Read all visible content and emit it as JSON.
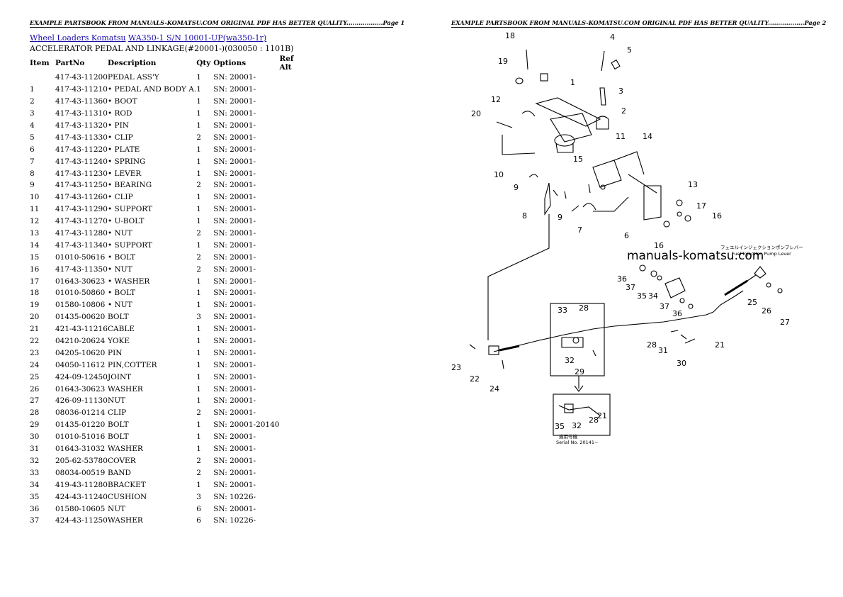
{
  "header": {
    "left_text": "EXAMPLE PARTSBOOK FROM MANUALS-KOMATSU.COM ORIGINAL PDF HAS BETTER QUALITY..................Page 1",
    "right_text": "EXAMPLE PARTSBOOK FROM MANUALS-KOMATSU.COM ORIGINAL PDF HAS BETTER QUALITY..................Page 2"
  },
  "breadcrumb": {
    "link1": "Wheel Loaders Komatsu",
    "link2": "WA350-1 S/N 10001-UP(wa350-1r)"
  },
  "section_title": "ACCELERATOR PEDAL AND LINKAGE(#20001-)(030050 : 1101B)",
  "table": {
    "headers": [
      "Item",
      "PartNo",
      "Description",
      "Qty",
      "Options",
      "Ref Alt"
    ],
    "rows": [
      [
        "",
        "417-43-11200",
        "PEDAL ASS'Y",
        "1",
        "SN: 20001-",
        ""
      ],
      [
        "1",
        "417-43-11210",
        "• PEDAL AND BODY A.",
        "1",
        "SN: 20001-",
        ""
      ],
      [
        "2",
        "417-43-11360",
        "• BOOT",
        "1",
        "SN: 20001-",
        ""
      ],
      [
        "3",
        "417-43-11310",
        "• ROD",
        "1",
        "SN: 20001-",
        ""
      ],
      [
        "4",
        "417-43-11320",
        "• PIN",
        "1",
        "SN: 20001-",
        ""
      ],
      [
        "5",
        "417-43-11330",
        "• CLIP",
        "2",
        "SN: 20001-",
        ""
      ],
      [
        "6",
        "417-43-11220",
        "• PLATE",
        "1",
        "SN: 20001-",
        ""
      ],
      [
        "7",
        "417-43-11240",
        "• SPRING",
        "1",
        "SN: 20001-",
        ""
      ],
      [
        "8",
        "417-43-11230",
        "• LEVER",
        "1",
        "SN: 20001-",
        ""
      ],
      [
        "9",
        "417-43-11250",
        "• BEARING",
        "2",
        "SN: 20001-",
        ""
      ],
      [
        "10",
        "417-43-11260",
        "• CLIP",
        "1",
        "SN: 20001-",
        ""
      ],
      [
        "11",
        "417-43-11290",
        "• SUPPORT",
        "1",
        "SN: 20001-",
        ""
      ],
      [
        "12",
        "417-43-11270",
        "• U-BOLT",
        "1",
        "SN: 20001-",
        ""
      ],
      [
        "13",
        "417-43-11280",
        "• NUT",
        "2",
        "SN: 20001-",
        ""
      ],
      [
        "14",
        "417-43-11340",
        "• SUPPORT",
        "1",
        "SN: 20001-",
        ""
      ],
      [
        "15",
        "01010-50616",
        "• BOLT",
        "2",
        "SN: 20001-",
        ""
      ],
      [
        "16",
        "417-43-11350",
        "• NUT",
        "2",
        "SN: 20001-",
        ""
      ],
      [
        "17",
        "01643-30623",
        "• WASHER",
        "1",
        "SN: 20001-",
        ""
      ],
      [
        "18",
        "01010-50860",
        "• BOLT",
        "1",
        "SN: 20001-",
        ""
      ],
      [
        "19",
        "01580-10806",
        "• NUT",
        "1",
        "SN: 20001-",
        ""
      ],
      [
        "20",
        "01435-00620",
        "BOLT",
        "3",
        "SN: 20001-",
        ""
      ],
      [
        "21",
        "421-43-11216",
        "CABLE",
        "1",
        "SN: 20001-",
        ""
      ],
      [
        "22",
        "04210-20624",
        "YOKE",
        "1",
        "SN: 20001-",
        ""
      ],
      [
        "23",
        "04205-10620",
        "PIN",
        "1",
        "SN: 20001-",
        ""
      ],
      [
        "24",
        "04050-11612",
        "PIN,COTTER",
        "1",
        "SN: 20001-",
        ""
      ],
      [
        "25",
        "424-09-12450",
        "JOINT",
        "1",
        "SN: 20001-",
        ""
      ],
      [
        "26",
        "01643-30623",
        "WASHER",
        "1",
        "SN: 20001-",
        ""
      ],
      [
        "27",
        "426-09-11130",
        "NUT",
        "1",
        "SN: 20001-",
        ""
      ],
      [
        "28",
        "08036-01214",
        "CLIP",
        "2",
        "SN: 20001-",
        ""
      ],
      [
        "29",
        "01435-01220",
        "BOLT",
        "1",
        "SN: 20001-20140",
        ""
      ],
      [
        "30",
        "01010-51016",
        "BOLT",
        "1",
        "SN: 20001-",
        ""
      ],
      [
        "31",
        "01643-31032",
        "WASHER",
        "1",
        "SN: 20001-",
        ""
      ],
      [
        "32",
        "205-62-53780",
        "COVER",
        "2",
        "SN: 20001-",
        ""
      ],
      [
        "33",
        "08034-00519",
        "BAND",
        "2",
        "SN: 20001-",
        ""
      ],
      [
        "34",
        "419-43-11280",
        "BRACKET",
        "1",
        "SN: 20001-",
        ""
      ],
      [
        "35",
        "424-43-11240",
        "CUSHION",
        "3",
        "SN: 10226-",
        ""
      ],
      [
        "36",
        "01580-10605",
        "NUT",
        "6",
        "SN: 20001-",
        ""
      ],
      [
        "37",
        "424-43-11250",
        "WASHER",
        "6",
        "SN: 10226-",
        ""
      ]
    ]
  },
  "diagram": {
    "watermark": "manuals-komatsu.com",
    "jp_note_line1": "フェエルインジェクションポンプレバー",
    "jp_note_line2": "Fuel Injection Pump Lever",
    "inset_jp": "適用号機",
    "inset_serial": "Serial No. 20141~",
    "callouts": [
      "18",
      "4",
      "5",
      "19",
      "1",
      "3",
      "12",
      "20",
      "2",
      "11",
      "14",
      "15",
      "10",
      "9",
      "13",
      "17",
      "16",
      "8",
      "9",
      "7",
      "6",
      "16",
      "36",
      "37",
      "35",
      "34",
      "37",
      "36",
      "25",
      "26",
      "27",
      "33",
      "28",
      "21",
      "28",
      "31",
      "30",
      "32",
      "29",
      "23",
      "22",
      "24",
      "35",
      "32",
      "28",
      "21"
    ]
  }
}
